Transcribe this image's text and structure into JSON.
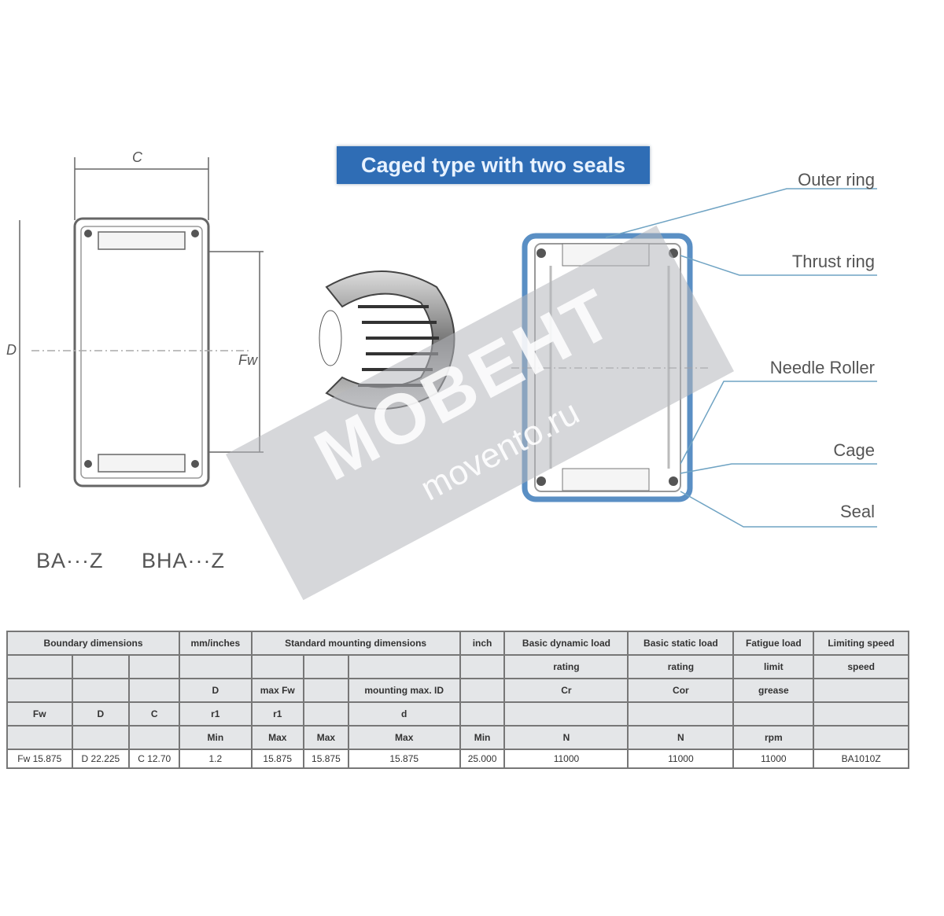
{
  "title": "Caged type with two seals",
  "dimension_labels": {
    "width": "C",
    "outer_diameter": "D",
    "inner_diameter": "Fw"
  },
  "model_labels": [
    "BA···Z",
    "BHA···Z"
  ],
  "part_labels": [
    "Outer ring",
    "Thrust ring",
    "Needle Roller",
    "Cage",
    "Seal"
  ],
  "watermark": {
    "brand": "МОВЕНТ",
    "site": "movento.ru"
  },
  "table": {
    "header_rows": [
      [
        "Boundary dimensions",
        "mm/inches",
        "Standard mounting dimensions",
        "inch",
        "Basic dynamic load",
        "Basic static load",
        "Fatigue load",
        "Limiting speed"
      ],
      [
        "",
        "",
        "",
        "",
        "",
        "",
        "",
        "",
        "",
        "rating",
        "rating",
        "limit",
        "speed"
      ],
      [
        "",
        "",
        "",
        "D",
        "max Fw",
        "",
        "mounting max. ID",
        "",
        "Cr",
        "Cor",
        "grease",
        ""
      ],
      [
        "Fw",
        "D",
        "C",
        "r1",
        "r1",
        "",
        "d",
        "",
        "",
        "",
        "",
        ""
      ],
      [
        "",
        "",
        "",
        "Min",
        "Max",
        "Max",
        "Max",
        "Min",
        "N",
        "N",
        "rpm",
        ""
      ]
    ],
    "data_row": [
      "Fw 15.875",
      "D 22.225",
      "C 12.70",
      "1.2",
      "15.875",
      "15.875",
      "15.875",
      "25.000",
      "11000",
      "11000",
      "11000",
      "BA1010Z"
    ]
  },
  "colors": {
    "title_bg": "#2f6db5",
    "accent_line": "#4a90b8",
    "watermark": "#b9bcc0"
  }
}
